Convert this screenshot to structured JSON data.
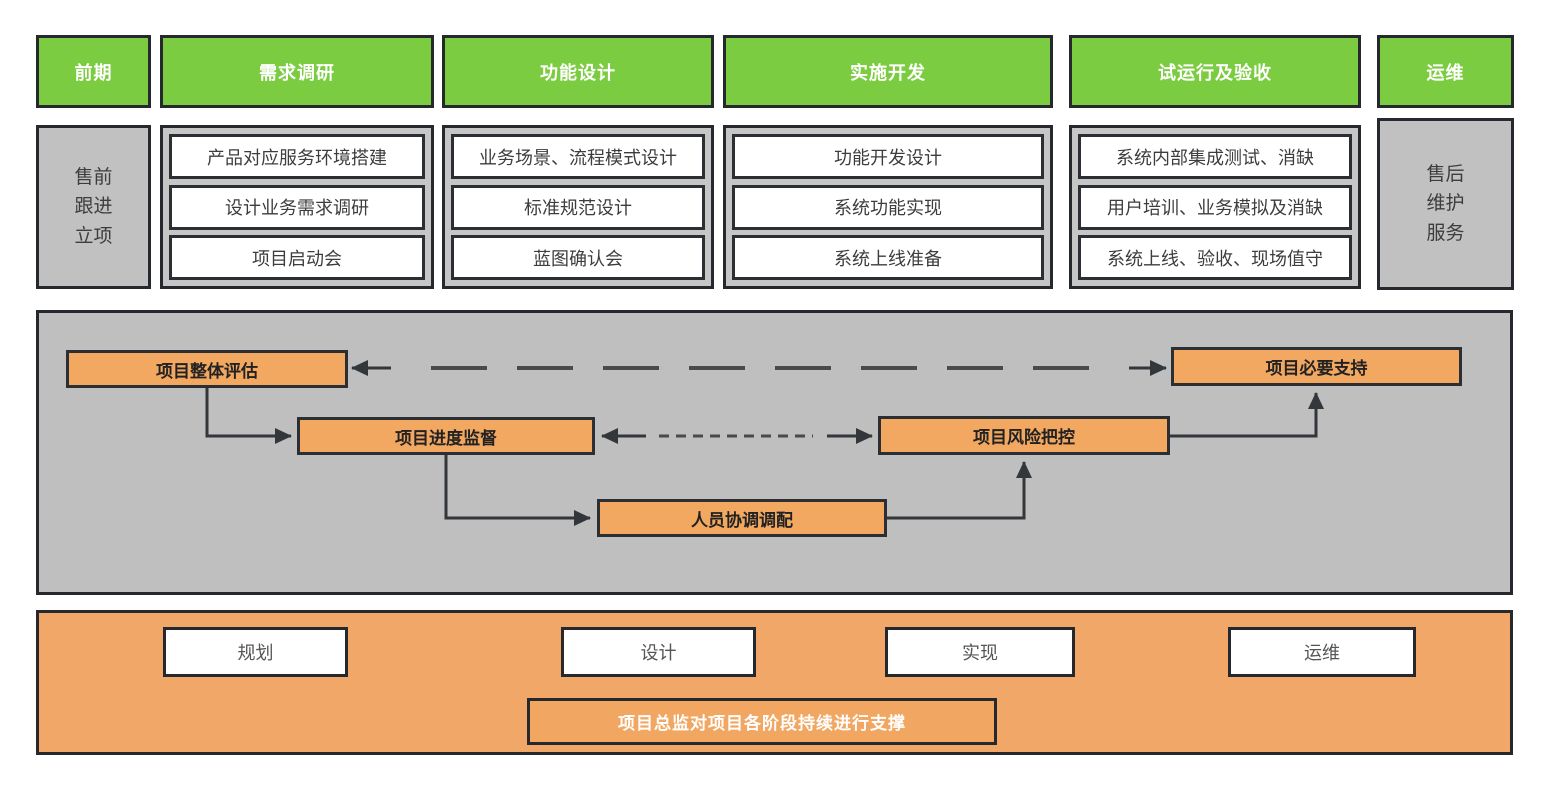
{
  "colors": {
    "phase_green": "#7CCC41",
    "box_orange": "#F2A861",
    "panel_orange": "#F1A768",
    "panel_gray": "#BFBFBF",
    "container_gray": "#C6C6C6",
    "border_dark": "#25282c",
    "text_dark": "#3d3d3d",
    "text_white": "#ffffff"
  },
  "phase_columns": [
    {
      "header": "前期",
      "side_lines": [
        "售前",
        "跟进",
        "立项"
      ]
    },
    {
      "header": "需求调研",
      "steps": [
        "产品对应服务环境搭建",
        "设计业务需求调研",
        "项目启动会"
      ]
    },
    {
      "header": "功能设计",
      "steps": [
        "业务场景、流程模式设计",
        "标准规范设计",
        "蓝图确认会"
      ]
    },
    {
      "header": "实施开发",
      "steps": [
        "功能开发设计",
        "系统功能实现",
        "系统上线准备"
      ]
    },
    {
      "header": "试运行及验收",
      "steps": [
        "系统内部集成测试、消缺",
        "用户培训、业务模拟及消缺",
        "系统上线、验收、现场值守"
      ]
    },
    {
      "header": "运维",
      "side_lines": [
        "售后",
        "维护",
        "服务"
      ]
    }
  ],
  "management_panel": {
    "overall_evaluation": "项目整体评估",
    "progress_supervision": "项目进度监督",
    "personnel_coordination": "人员协调调配",
    "risk_control": "项目风险把控",
    "necessary_support": "项目必要支持"
  },
  "bottom_panel": {
    "stages": [
      "规划",
      "设计",
      "实现",
      "运维"
    ],
    "banner": "项目总监对项目各阶段持续进行支撑"
  }
}
